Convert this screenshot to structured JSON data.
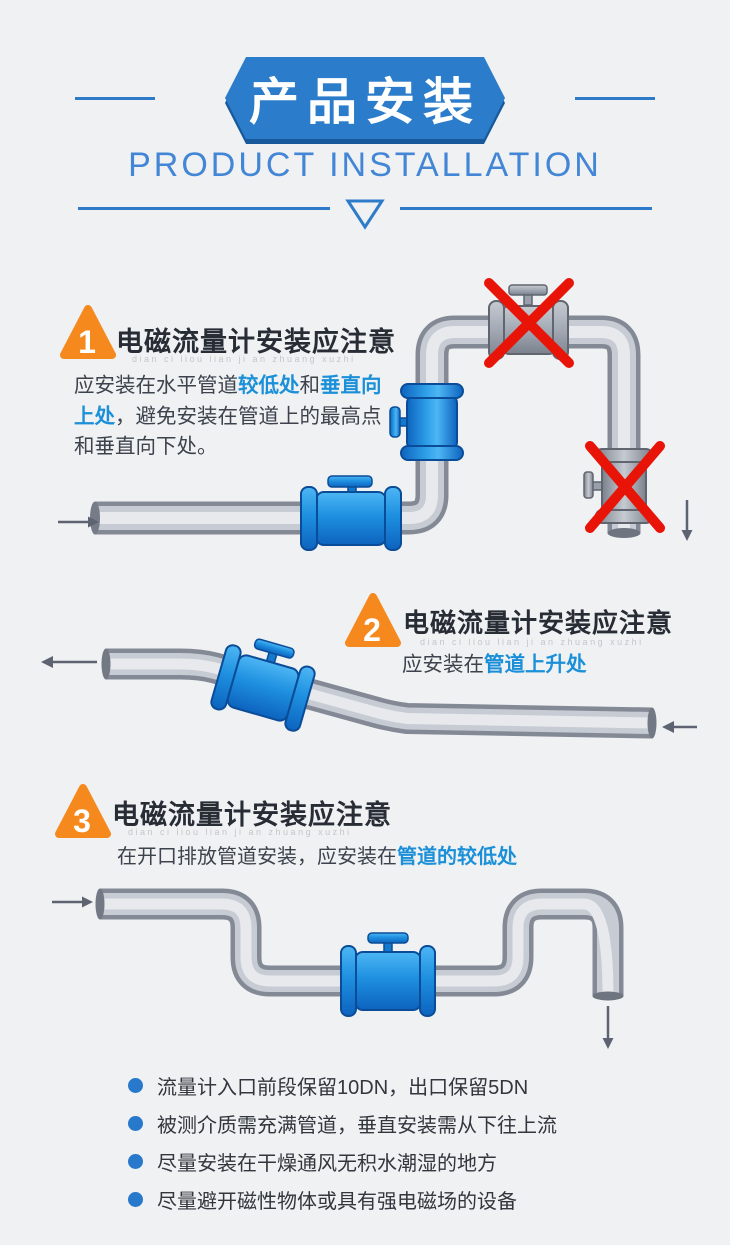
{
  "header": {
    "title": "产品安装",
    "subtitle": "PRODUCT INSTALLATION"
  },
  "sections": [
    {
      "number": "1",
      "heading": "电磁流量计安装应注意",
      "pinyin": "dian ci liou lian ji an zhuang xuzhi",
      "body_runs": [
        {
          "text": "应安装在水平管道",
          "highlight": false
        },
        {
          "text": "较低处",
          "highlight": true
        },
        {
          "text": "和",
          "highlight": false
        },
        {
          "text": "垂直向上处",
          "highlight": true
        },
        {
          "text": "，避免安装在管道上的最高点和垂直向下处。",
          "highlight": false
        }
      ]
    },
    {
      "number": "2",
      "heading": "电磁流量计安装应注意",
      "pinyin": "dian ci liou lian ji an zhuang xuzhi",
      "body_runs": [
        {
          "text": "应安装在",
          "highlight": false
        },
        {
          "text": "管道上升处",
          "highlight": true
        }
      ]
    },
    {
      "number": "3",
      "heading": "电磁流量计安装应注意",
      "pinyin": "dian ci liou lian ji an zhuang xuzhi",
      "body_runs": [
        {
          "text": "在开口排放管道安装，应安装在",
          "highlight": false
        },
        {
          "text": "管道的较低处",
          "highlight": true
        }
      ]
    }
  ],
  "notes": [
    "流量计入口前段保留10DN，出口保留5DN",
    "被测介质需充满管道，垂直安装需从下往上流",
    "尽量安装在干燥通风无积水潮湿的地方",
    "尽量避开磁性物体或具有强电磁场的设备"
  ],
  "colors": {
    "background": "#eff1f3",
    "accent_blue": "#2e7cc9",
    "banner_blue": "#2b7cca",
    "banner_shadow": "#18599c",
    "highlight_blue": "#1b90d8",
    "badge_orange": "#f6891e",
    "prohibited_red": "#e91408",
    "meter_blue": "#1e90e0",
    "pipe_gray": "#a7adb8",
    "text_dark": "#32363d"
  },
  "icons": {
    "chevron_down": "hollow triangle pointing down",
    "bullet_dot": "solid blue circle",
    "prohibited_x": "red cross over wrong meter position",
    "flow_arrow": "gray directional arrow"
  }
}
